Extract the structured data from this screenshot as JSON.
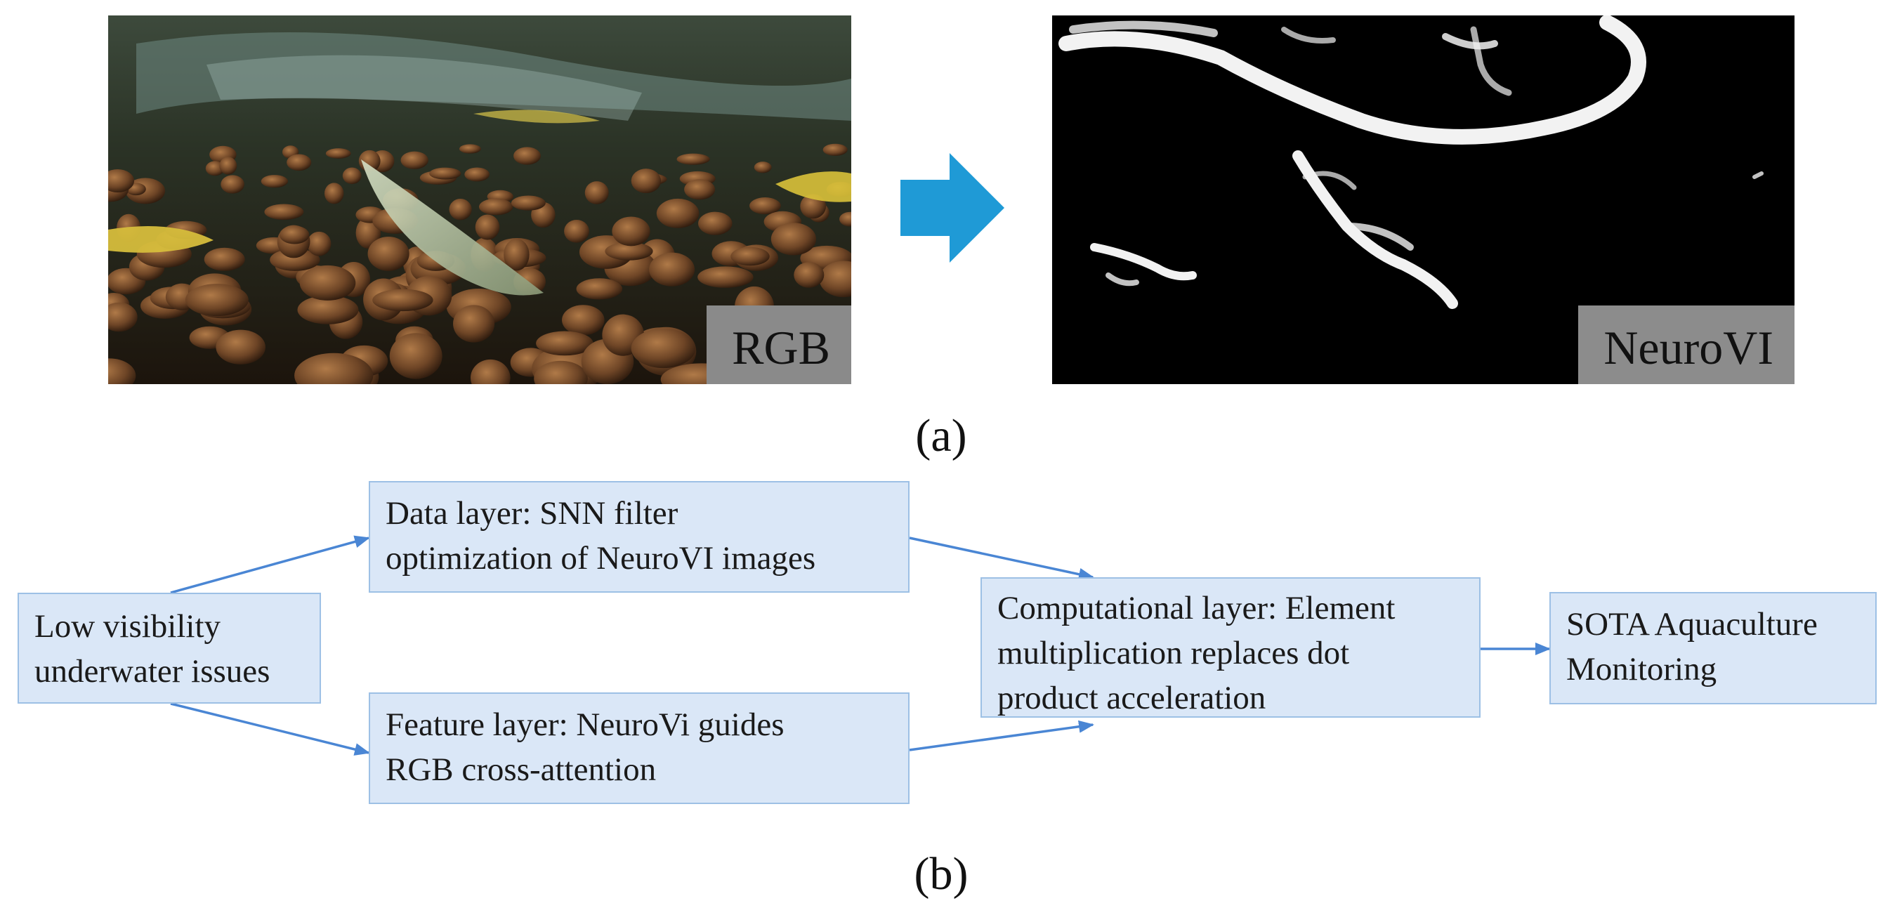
{
  "panel_a": {
    "left_image": {
      "label": "RGB"
    },
    "right_image": {
      "label": "NeuroVI"
    },
    "arrow_color": "#1f9ad6",
    "caption": "(a)"
  },
  "panel_b": {
    "caption": "(b)",
    "arrow_color": "#4a86d4",
    "node_fill": "#dae7f7",
    "node_border": "#9dc0e5",
    "nodes": {
      "low_visibility": [
        "Low visibility",
        "underwater issues"
      ],
      "data_layer": [
        "Data layer: SNN filter",
        "optimization of NeuroVI images"
      ],
      "feature_layer": [
        "Feature layer: NeuroVi guides",
        "RGB cross-attention"
      ],
      "computational_layer": [
        "Computational layer: Element",
        "multiplication replaces dot",
        "product acceleration"
      ],
      "sota": [
        "SOTA Aquaculture",
        "Monitoring"
      ]
    },
    "edges": [
      [
        "low_visibility",
        "data_layer"
      ],
      [
        "low_visibility",
        "feature_layer"
      ],
      [
        "data_layer",
        "computational_layer"
      ],
      [
        "feature_layer",
        "computational_layer"
      ],
      [
        "computational_layer",
        "sota"
      ]
    ]
  }
}
